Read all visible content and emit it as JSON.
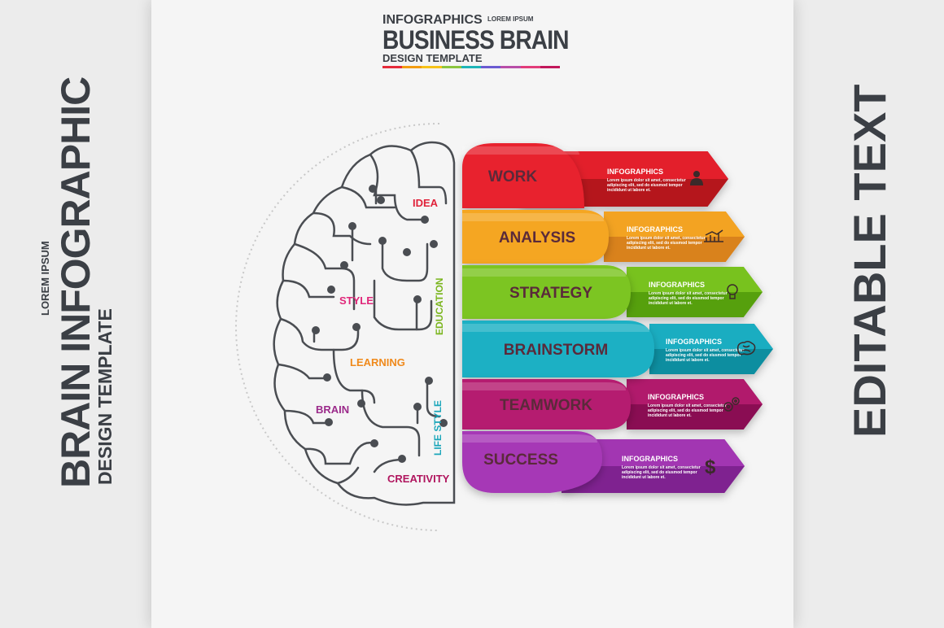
{
  "header": {
    "small_title": "INFOGRAPHICS",
    "lorem": "LOREM IPSUM",
    "big_title": "BUSINESS BRAIN",
    "subtitle": "DESIGN TEMPLATE",
    "bar_colors": [
      "#e62b3a",
      "#f39c12",
      "#f7c31a",
      "#8cc63f",
      "#1fb5b8",
      "#6b5bd2",
      "#b84ea8",
      "#e23c7a",
      "#c2185b"
    ]
  },
  "left_side": {
    "lorem": "LOREM IPSUM",
    "title": "BRAIN INFOGRAPHIC",
    "subtitle": "DESIGN TEMPLATE"
  },
  "right_side": {
    "title": "EDITABLE TEXT"
  },
  "brain_labels": [
    {
      "text": "IDEA",
      "color": "#e0223a"
    },
    {
      "text": "STYLE",
      "color": "#e0287a"
    },
    {
      "text": "EDUCATION",
      "color": "#7ab51d"
    },
    {
      "text": "LEARNING",
      "color": "#f08a1c"
    },
    {
      "text": "BRAIN",
      "color": "#9b2a8a"
    },
    {
      "text": "LIFE STYLE",
      "color": "#1ba6ba"
    },
    {
      "text": "CREATIVITY",
      "color": "#b0155e"
    }
  ],
  "steps": [
    {
      "label": "WORK",
      "color": "#e8202e",
      "dark": "#b5121e",
      "icon": "person-icon"
    },
    {
      "label": "ANALYSIS",
      "color": "#f5a623",
      "dark": "#d9821a",
      "icon": "chart-icon"
    },
    {
      "label": "STRATEGY",
      "color": "#7cc520",
      "dark": "#56a010",
      "icon": "lightbulb-icon"
    },
    {
      "label": "BRAINSTORM",
      "color": "#1cb0c4",
      "dark": "#0c8ea0",
      "icon": "brain-icon"
    },
    {
      "label": "TEAMWORK",
      "color": "#b51c6f",
      "dark": "#8a0f52",
      "icon": "gears-icon"
    },
    {
      "label": "SUCCESS",
      "color": "#a638b6",
      "dark": "#7f2290",
      "icon": "dollar-icon"
    }
  ],
  "arrow_text": {
    "title": "INFOGRAPHICS",
    "body_lines": [
      "Lorem ipsum dolor sit amet, consectetur",
      "adipiscing elit, sed do eiusmod tempor",
      "incididunt ut labore et."
    ]
  },
  "label_color": "#5a2a3a"
}
